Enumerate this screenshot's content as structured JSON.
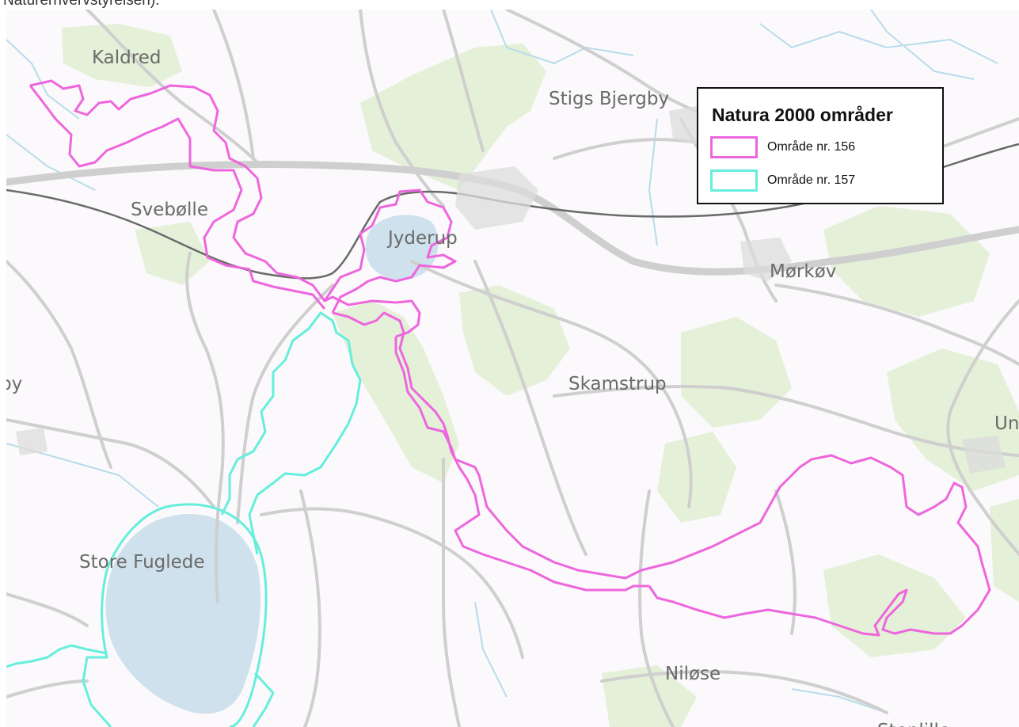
{
  "caption": "Naturerhvervstyrelsen).",
  "colors": {
    "area_156": "#ee66dd",
    "area_157": "#66eedd",
    "water": "#cfe1ec",
    "forest": "#e4f0d8",
    "road": "#cfcfcf",
    "railway": "#6a6a6a",
    "stream": "#b7dcea",
    "background": "#fbf9fb"
  },
  "places": {
    "kaldred": "Kaldred",
    "stigs_bjergby": "Stigs Bjergby",
    "sveboelle": "Svebølle",
    "jyderup": "Jyderup",
    "moerkoev": "Mørkøv",
    "by_fragment": "by",
    "skamstrup": "Skamstrup",
    "un_fragment": "Un",
    "store_fuglede": "Store Fuglede",
    "niloese": "Niløse",
    "stenlille_fragment": "Stenlille"
  },
  "legend": {
    "title": "Natura 2000 områder",
    "items": [
      {
        "label": "Område nr. 156",
        "color": "#ee66dd"
      },
      {
        "label": "Område nr. 157",
        "color": "#66eedd"
      }
    ]
  }
}
